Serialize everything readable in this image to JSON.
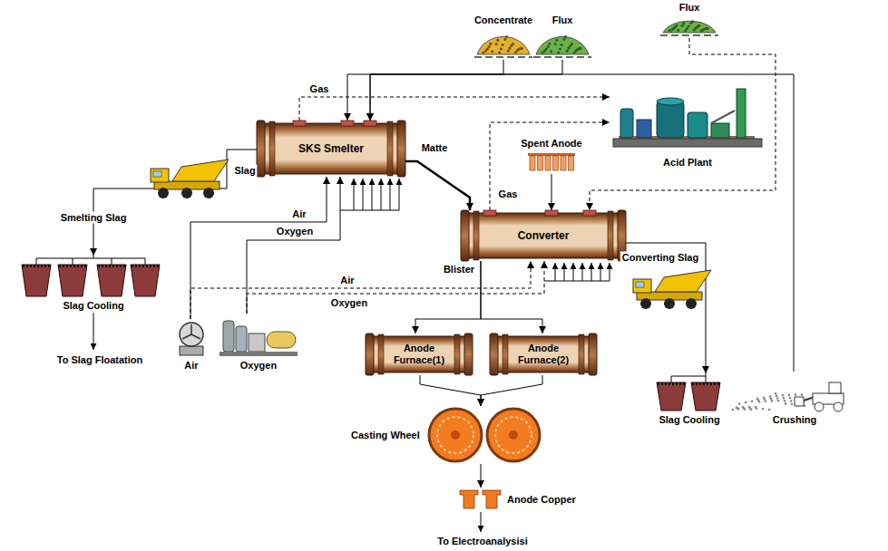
{
  "diagram": {
    "nodes": [
      {
        "text": [
          "Concentrate"
        ]
      },
      {
        "text": [
          "Flux"
        ]
      },
      {
        "text": [
          "Flux"
        ]
      },
      {
        "text": [
          "SKS Smelter"
        ]
      },
      {
        "text": [
          "Acid Plant"
        ]
      },
      {
        "text": [
          "Spent Anode"
        ]
      },
      {
        "text": [
          "Converter"
        ]
      },
      {
        "text": [
          "Air"
        ]
      },
      {
        "text": [
          "Oxygen"
        ]
      },
      {
        "text": [
          "Slag Cooling"
        ]
      },
      {
        "text": [
          "Anode Furnace(1)"
        ]
      },
      {
        "text": [
          "Anode Furnace(2)"
        ]
      },
      {
        "text": [
          "Casting Wheel"
        ]
      },
      {
        "text": [
          "Anode Copper"
        ]
      },
      {
        "text": [
          "Slag Cooling"
        ]
      },
      {
        "text": [
          "Crushing"
        ]
      }
    ],
    "edges": [
      {
        "from": 0,
        "to": 3,
        "arrow": "to"
      },
      {
        "from": 1,
        "to": 3,
        "arrow": "to"
      },
      {
        "from": 15,
        "to": 3,
        "arrow": "to"
      },
      {
        "from": 2,
        "to": 6,
        "arrow": "to"
      },
      {
        "from": 3,
        "to": 4,
        "label": "Gas",
        "arrow": "to"
      },
      {
        "from": 6,
        "to": 4,
        "label": "Gas",
        "arrow": "to"
      },
      {
        "from": 3,
        "to": 6,
        "label": "Matte",
        "arrow": "to"
      },
      {
        "from": 5,
        "to": 6,
        "arrow": "to"
      },
      {
        "from": 3,
        "to": 9,
        "label": "Smelting Slag",
        "arrow": "to"
      },
      {
        "from": 7,
        "to": 3,
        "label": "Air",
        "arrow": "to"
      },
      {
        "from": 8,
        "to": 3,
        "label": "Oxygen",
        "arrow": "to"
      },
      {
        "from": 7,
        "to": 6,
        "label": "Air",
        "arrow": "to"
      },
      {
        "from": 8,
        "to": 6,
        "label": "Oxygen",
        "arrow": "to"
      },
      {
        "from": 6,
        "to": 10,
        "label": "Blister",
        "arrow": "to"
      },
      {
        "from": 6,
        "to": 11,
        "arrow": "to"
      },
      {
        "from": 10,
        "to": 12,
        "arrow": "to"
      },
      {
        "from": 11,
        "to": 12,
        "arrow": "to"
      },
      {
        "from": 12,
        "to": 13,
        "arrow": "to"
      },
      {
        "from": 6,
        "to": 14,
        "label": "Converting Slag",
        "arrow": "to"
      }
    ],
    "labels": [
      "Slag",
      "To Slag Floatation",
      "To Electroanalysisi"
    ]
  }
}
